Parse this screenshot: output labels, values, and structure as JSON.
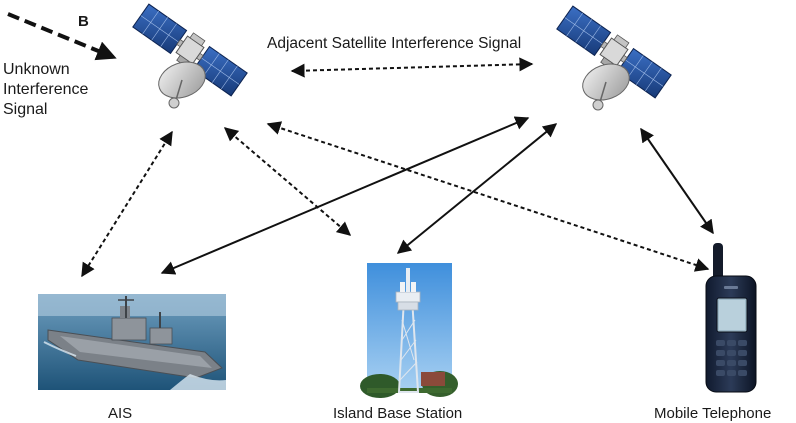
{
  "labels": {
    "marker": "B",
    "unknown_interference": "Unknown Interference Signal",
    "adjacent_interference": "Adjacent Satellite Interference Signal",
    "ais": "AIS",
    "island_base_station": "Island Base Station",
    "mobile_telephone": "Mobile Telephone"
  },
  "icons": {
    "satellite_left": "satellite-icon",
    "satellite_right": "satellite-icon",
    "ship": "warship-image",
    "tower": "base-station-tower-image",
    "phone": "satellite-phone-image"
  },
  "colors": {
    "line": "#111111",
    "panel": "#1f4e9c",
    "sea": "#2f6e96",
    "sky": "#4f9be0"
  }
}
